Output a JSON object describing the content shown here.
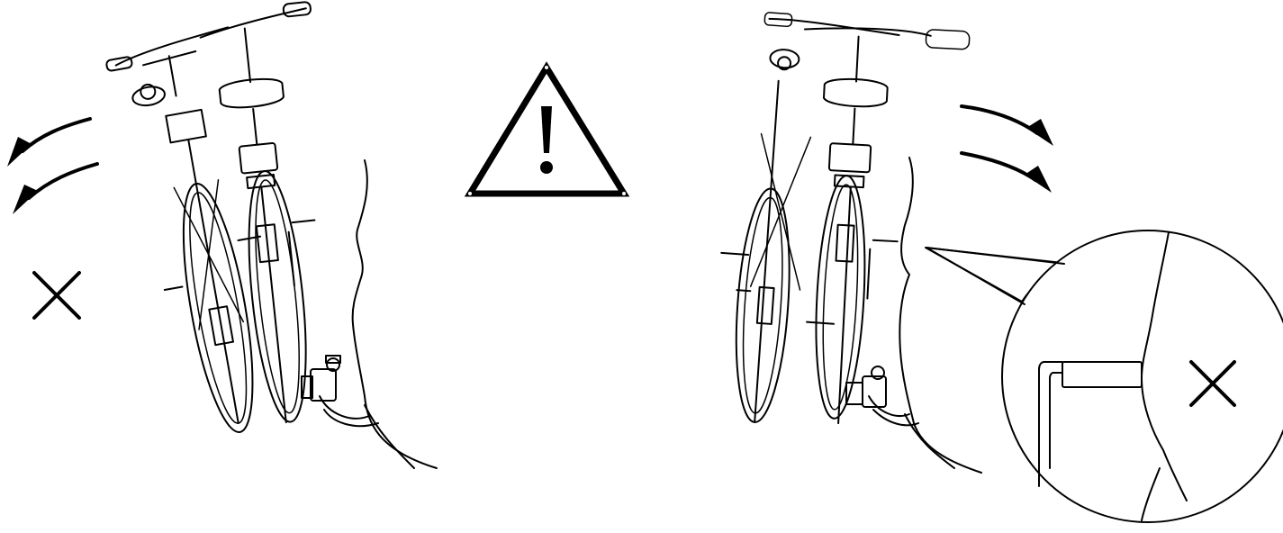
{
  "figure": {
    "panels": [
      {
        "id": "left",
        "shows": "bicycles-tilting-away",
        "verdict_icon": "cross-icon"
      },
      {
        "id": "center",
        "shows": "warning",
        "verdict_icon": "warning-triangle-icon"
      },
      {
        "id": "right",
        "shows": "bicycles-tilting-toward-car",
        "verdict_icon": "cross-icon",
        "detail": "pedal-touching-car-magnified"
      }
    ],
    "colors": {
      "line": "#000000",
      "background": "#ffffff"
    }
  }
}
